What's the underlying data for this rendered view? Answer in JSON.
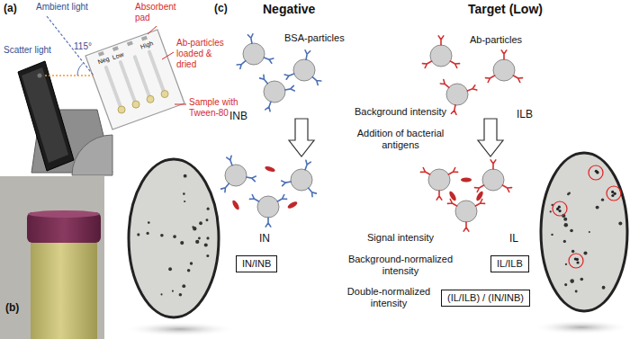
{
  "diagram": {
    "nodes": [
      {
        "text": [
          "IN/INB"
        ]
      },
      {
        "text": [
          "IL/ILB"
        ]
      },
      {
        "text": [
          "(IL/ILB) / (IN/INB)"
        ]
      }
    ],
    "labels": [
      "(a)",
      "Ambient light",
      "115°",
      "Scatter light",
      "Absorbent pad",
      "Ab-particles loaded & dried",
      "Sample with Tween-80",
      "Neg",
      "Low",
      "High",
      "(b)",
      "(c)",
      "Negative",
      "Target (Low)",
      "BSA-particles",
      "Ab-particles",
      "INB",
      "Background intensity",
      "ILB",
      "Addition of bacterial antigens",
      "IN",
      "Signal intensity",
      "IL",
      "Background-normalized intensity",
      "Double-normalized intensity"
    ]
  }
}
